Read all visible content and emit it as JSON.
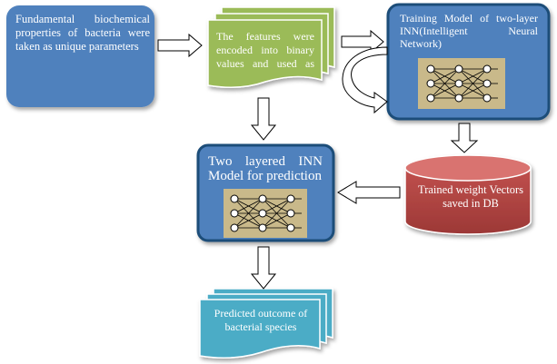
{
  "nodes": {
    "parameters": {
      "text": "Fundamental biochemical properties of bacteria were taken as unique parameters"
    },
    "encoding": {
      "text": "The features were encoded into binary values and used as input"
    },
    "training": {
      "text": "Training Model of two-layer INN(Intelligent Neural Network)"
    },
    "prediction_model": {
      "text": "Two layered INN Model for prediction"
    },
    "weights_db": {
      "text": "Trained weight Vectors saved in DB"
    },
    "outcome": {
      "text": "Predicted outcome of bacterial species"
    }
  },
  "colors": {
    "blue": "#4f81bd",
    "blue_dark": "#1f4e79",
    "green": "#9bbb59",
    "red": "#c0504d",
    "teal": "#4bacc6",
    "nn_bg": "#c9b98a"
  }
}
